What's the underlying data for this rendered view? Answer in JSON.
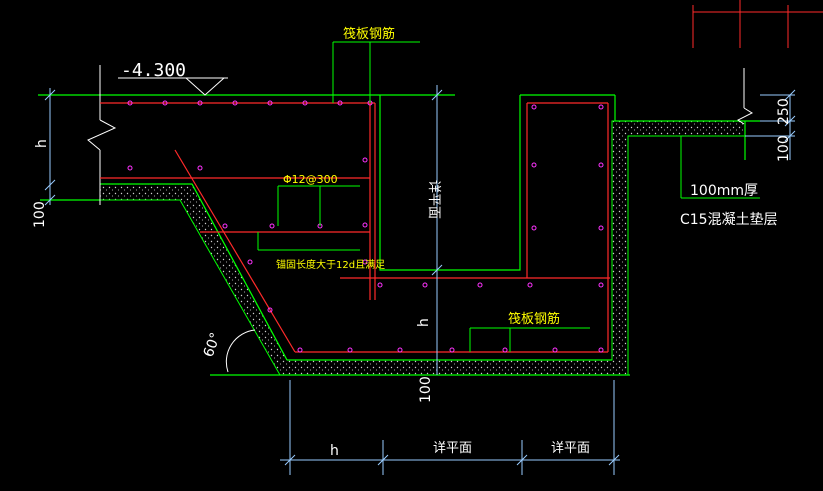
{
  "drawing": {
    "elevation_label": "-4.300",
    "top_raft_label": "筏板钢筋",
    "bottom_raft_label": "筏板钢筋",
    "stirrup_label": "Φ12@300",
    "anchor_note": "锚固长度大于12d且满足",
    "pit_depth_label": "详平面",
    "pad_label_line1": "100mm厚",
    "pad_label_line2": "C15混凝土垫层",
    "left_h_label": "h",
    "left_100_label": "100",
    "right_250_label": "250",
    "right_100_label": "100",
    "bottom_h_label": "h",
    "bottom_100_label": "100",
    "dim_h_label": "h",
    "dim_detail_1": "详平面",
    "dim_detail_2": "详平面",
    "angle_label": "60°"
  },
  "colors": {
    "background": "#000000",
    "structure": "#00ff00",
    "rebar": "#ff2a2a",
    "rebar_dot": "#ff33ff",
    "dimension": "#ffffff",
    "dim_line": "#99ccff",
    "annotation": "#ffff00",
    "hatch": "#cfcfcf"
  }
}
